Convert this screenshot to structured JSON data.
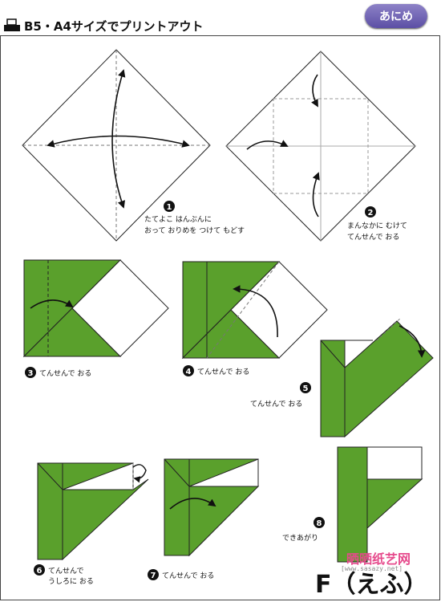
{
  "header": {
    "title": "B5・A4サイズでプリントアウト",
    "badge": "あにめ"
  },
  "steps": [
    {
      "number": "1",
      "caption_lines": [
        "たてよこ はんぶんに",
        "おって おりめを つけて もどす"
      ]
    },
    {
      "number": "2",
      "caption_lines": [
        "まんなかに むけて",
        "てんせんで おる"
      ]
    },
    {
      "number": "3",
      "caption_lines": [
        "てんせんで おる"
      ]
    },
    {
      "number": "4",
      "caption_lines": [
        "てんせんで おる"
      ]
    },
    {
      "number": "5",
      "caption_lines": [
        "てんせんで おる"
      ]
    },
    {
      "number": "6",
      "caption_lines": [
        "てんせんで",
        "うしろに おる"
      ]
    },
    {
      "number": "7",
      "caption_lines": [
        "てんせんで おる"
      ]
    },
    {
      "number": "8",
      "caption_lines": [
        "できあがり"
      ]
    }
  ],
  "result": {
    "label": "F（えふ）"
  },
  "watermark": {
    "site_name": "晒晒纸艺网",
    "url": "[www.sasazy.net]"
  },
  "colors": {
    "paper_green": "#5aa02c",
    "outline": "#222222",
    "fold_line": "#777777",
    "badge": "#6f63b5"
  }
}
